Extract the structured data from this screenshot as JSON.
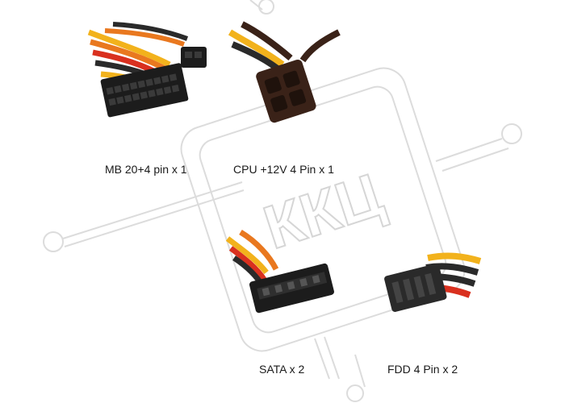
{
  "watermark": {
    "text": "ККЦ",
    "line_color": "#d9d9d9"
  },
  "products": [
    {
      "label": "MB 20+4 pin x 1"
    },
    {
      "label": "CPU +12V 4 Pin x 1"
    },
    {
      "label": "SATA x 2"
    },
    {
      "label": "FDD 4 Pin x 2"
    }
  ],
  "colors": {
    "connector_black": "#1c1c1c",
    "cpu_connector": "#3a2218",
    "wire_yellow": "#f2b21c",
    "wire_orange": "#e9781f",
    "wire_red": "#d9301f",
    "wire_black": "#2a2a2a"
  }
}
